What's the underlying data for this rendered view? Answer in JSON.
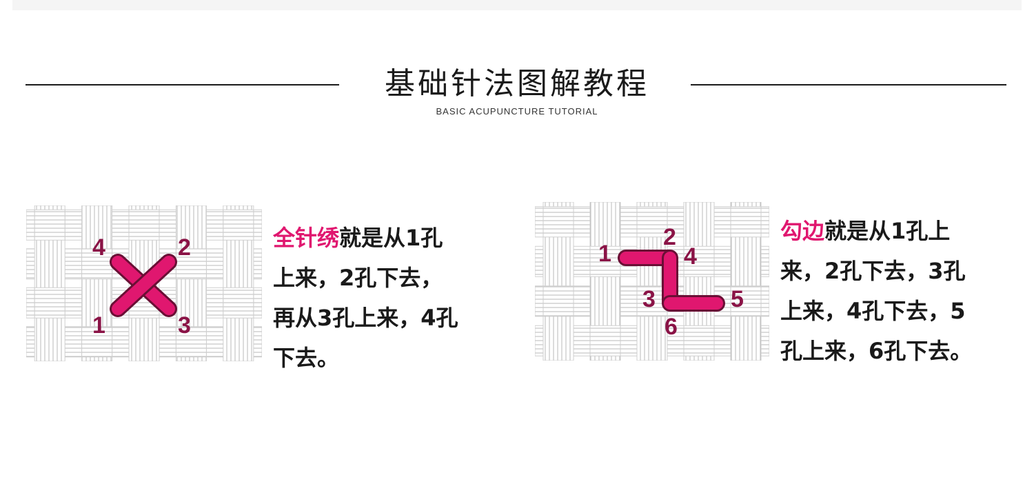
{
  "header": {
    "title": "基础针法图解教程",
    "subtitle": "BASIC ACUPUNCTURE TUTORIAL"
  },
  "tutorials": [
    {
      "name": "全针绣",
      "highlight": "全针绣",
      "lines": [
        "就是从1孔",
        "上来，2孔下去，",
        "再从3孔上来，4孔",
        "下去。"
      ],
      "hole_labels": [
        "1",
        "2",
        "3",
        "4"
      ]
    },
    {
      "name": "勾边",
      "highlight": "勾边",
      "lines": [
        "就是从1孔上",
        "来，2孔下去，3孔",
        "上来，4孔下去，5",
        "孔上来，6孔下去。"
      ],
      "hole_labels": [
        "1",
        "2",
        "3",
        "4",
        "5",
        "6"
      ]
    }
  ],
  "colors": {
    "accent": "#e0176f",
    "label": "#8a1346",
    "text": "#1a1a1a"
  }
}
